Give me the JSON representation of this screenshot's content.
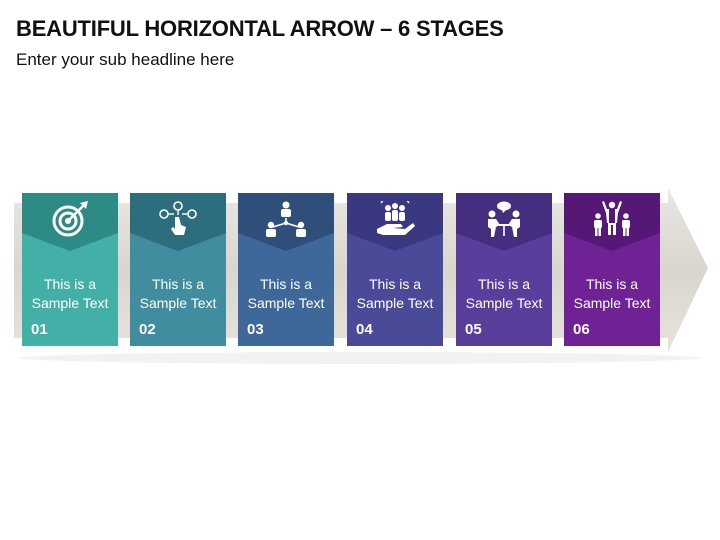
{
  "title": "BEAUTIFUL HORIZONTAL ARROW – 6 STAGES",
  "subtitle": "Enter your sub headline here",
  "stages": [
    {
      "text_line1": "This is a",
      "text_line2": "Sample Text",
      "number": "01",
      "icon": "target-icon",
      "color_body": "#43b0a8",
      "color_head": "#2d8a85"
    },
    {
      "text_line1": "This is a",
      "text_line2": "Sample Text",
      "number": "02",
      "icon": "network-touch-icon",
      "color_body": "#3f8d9e",
      "color_head": "#2c6e7e"
    },
    {
      "text_line1": "This is a",
      "text_line2": "Sample Text",
      "number": "03",
      "icon": "org-hierarchy-icon",
      "color_body": "#3e6899",
      "color_head": "#2f4f7a"
    },
    {
      "text_line1": "This is a",
      "text_line2": "Sample Text",
      "number": "04",
      "icon": "team-hand-icon",
      "color_body": "#4b4a99",
      "color_head": "#393880"
    },
    {
      "text_line1": "This is a",
      "text_line2": "Sample Text",
      "number": "05",
      "icon": "meeting-chat-icon",
      "color_body": "#5a3e9c",
      "color_head": "#452d80"
    },
    {
      "text_line1": "This is a",
      "text_line2": "Sample Text",
      "number": "06",
      "icon": "celebrating-team-icon",
      "color_body": "#6e2294",
      "color_head": "#561877"
    }
  ]
}
